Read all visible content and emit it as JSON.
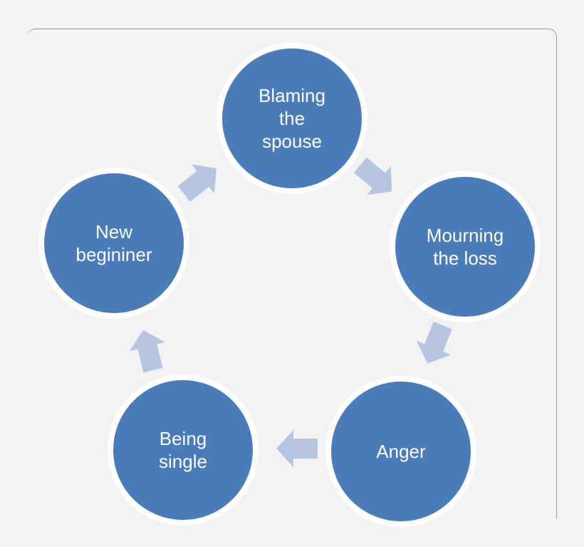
{
  "diagram": {
    "type": "cycle",
    "direction": "clockwise",
    "nodes": [
      {
        "id": "blaming-the-spouse",
        "label": "Blaming the spouse",
        "lines": [
          "Blaming",
          "the",
          "spouse"
        ]
      },
      {
        "id": "mourning-the-loss",
        "label": "Mourning the loss",
        "lines": [
          "Mourning",
          "the loss"
        ]
      },
      {
        "id": "anger",
        "label": "Anger",
        "lines": [
          "Anger"
        ]
      },
      {
        "id": "being-single",
        "label": "Being single",
        "lines": [
          "Being",
          "single"
        ]
      },
      {
        "id": "new-begininer",
        "label": "New begininer",
        "lines": [
          "New",
          "begininer"
        ]
      }
    ],
    "edges": [
      {
        "from": "New begininer",
        "to": "Blaming the spouse",
        "arrow_icon": "block-arrow-up-right-icon"
      },
      {
        "from": "Blaming the spouse",
        "to": "Mourning the loss",
        "arrow_icon": "block-arrow-down-right-icon"
      },
      {
        "from": "Mourning the loss",
        "to": "Anger",
        "arrow_icon": "block-arrow-down-left-icon"
      },
      {
        "from": "Anger",
        "to": "Being single",
        "arrow_icon": "block-arrow-left-icon"
      },
      {
        "from": "Being single",
        "to": "New begininer",
        "arrow_icon": "block-arrow-up-icon"
      }
    ]
  },
  "colors": {
    "page_bg": "#f4f3f4",
    "node_fill": "#4a7cba",
    "node_ring": "#ffffff",
    "node_text": "#ffffff",
    "arrow_fill": "#b6c6e1",
    "frame_border": "#9a9a9a"
  }
}
